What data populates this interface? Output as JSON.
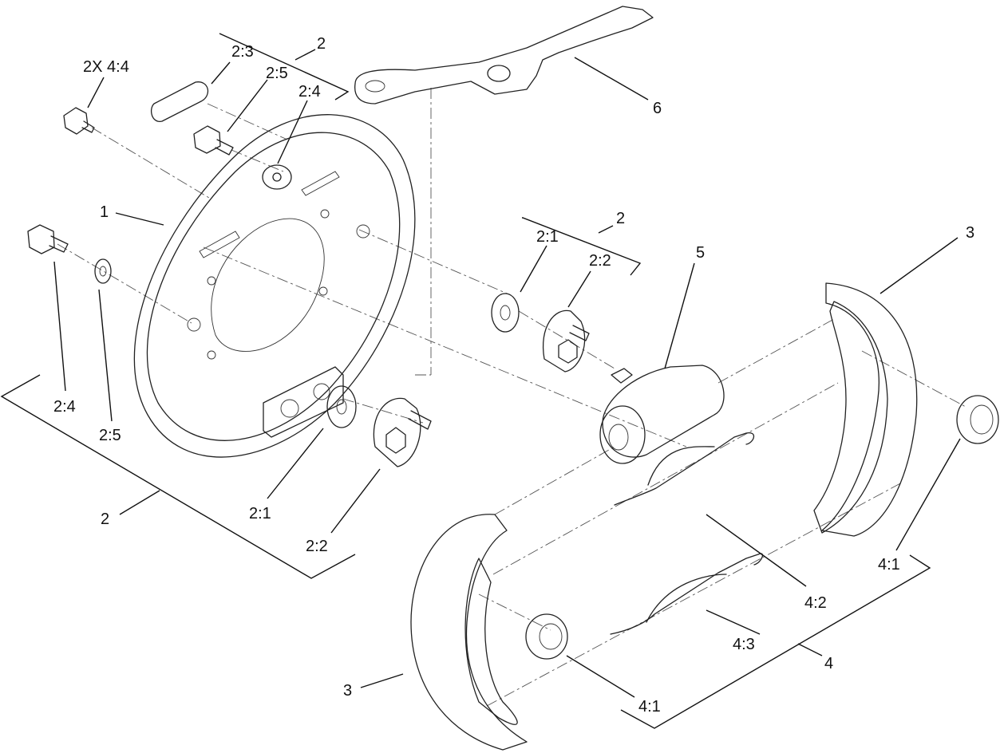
{
  "diagram": {
    "labels": {
      "hw_2x_4_4": "2X 4:4",
      "kit2_top": "2",
      "kit2_top_2_3": "2:3",
      "kit2_top_2_5": "2:5",
      "kit2_top_2_4": "2:4",
      "backing_plate_1": "1",
      "lever_6": "6",
      "kit2_mid": "2",
      "kit2_mid_2_1": "2:1",
      "kit2_mid_2_2": "2:2",
      "wheel_cyl_5": "5",
      "shoe_3_right": "3",
      "left_2_4": "2:4",
      "left_2_5": "2:5",
      "kit2_bottom": "2",
      "bottom_2_1": "2:1",
      "bottom_2_2": "2:2",
      "hw_4_1_right": "4:1",
      "hw_4_2": "4:2",
      "hw_4_3": "4:3",
      "hw_4": "4",
      "hw_4_1_bottom": "4:1",
      "shoe_3_left": "3"
    }
  }
}
